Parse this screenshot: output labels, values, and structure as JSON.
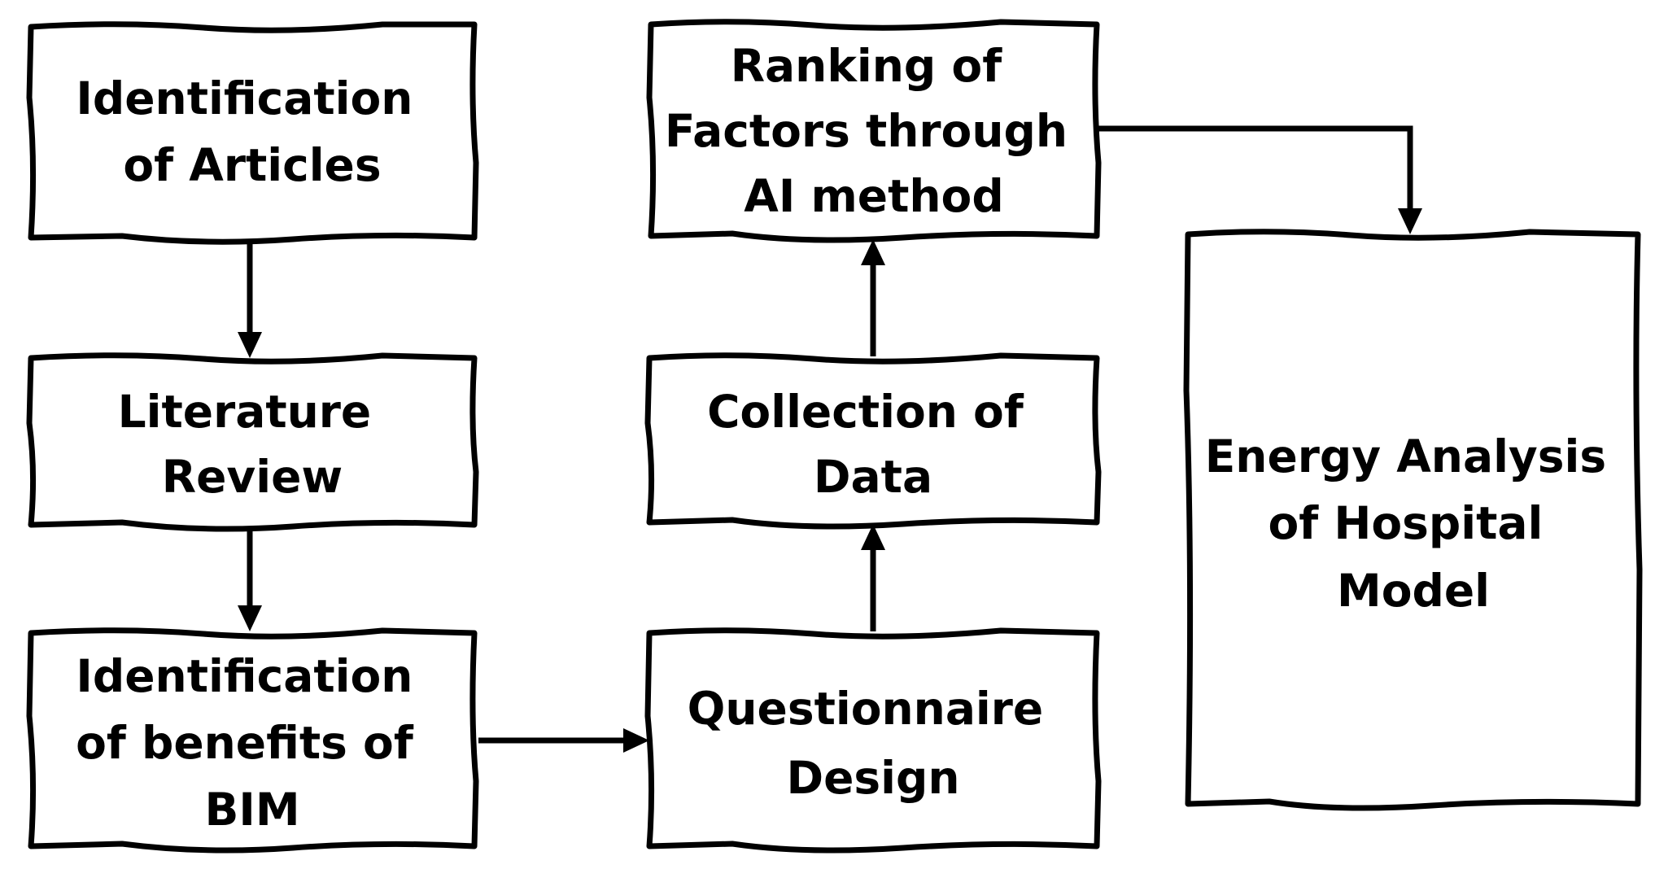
{
  "boxes": {
    "identification_of_articles": [
      "Identification",
      "of Articles"
    ],
    "literature_review": [
      "Literature",
      "Review"
    ],
    "identification_of_benefits": [
      "Identification",
      "of benefits of",
      "BIM"
    ],
    "questionnaire_design": [
      "Questionnaire",
      "Design"
    ],
    "collection_of_data": [
      "Collection of",
      "Data"
    ],
    "ranking_of_factors": [
      "Ranking of",
      "Factors through",
      "AI method"
    ],
    "energy_analysis": [
      "Energy Analysis",
      "of Hospital",
      "Model"
    ]
  },
  "colors": {
    "stroke": "#000000",
    "fill": "#ffffff"
  }
}
